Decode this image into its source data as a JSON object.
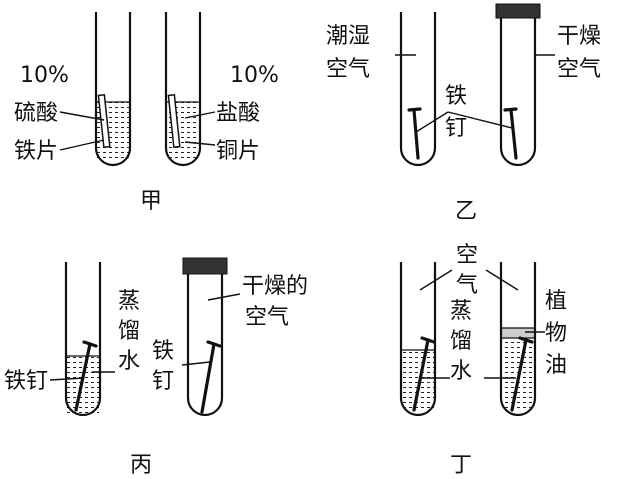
{
  "jia": {
    "caption": "甲",
    "left_conc": "10%",
    "left_acid": "硫酸",
    "left_metal": "铁片",
    "right_conc": "10%",
    "right_acid": "盐酸",
    "right_metal": "铜片"
  },
  "yi": {
    "caption": "乙",
    "humid_1": "潮湿",
    "humid_2": "空气",
    "nail_1": "铁",
    "nail_2": "钉",
    "dry_1": "干燥",
    "dry_2": "空气"
  },
  "bing": {
    "caption": "丙",
    "nail_left": "铁钉",
    "water_1": "蒸",
    "water_2": "馏",
    "water_3": "水",
    "nail_r1": "铁",
    "nail_r2": "钉",
    "dry_1": "干燥的",
    "dry_2": "空气"
  },
  "ding": {
    "caption": "丁",
    "air_1": "空",
    "air_2": "气",
    "water_1": "蒸",
    "water_2": "馏",
    "water_3": "水",
    "oil_1": "植",
    "oil_2": "物",
    "oil_3": "油"
  }
}
